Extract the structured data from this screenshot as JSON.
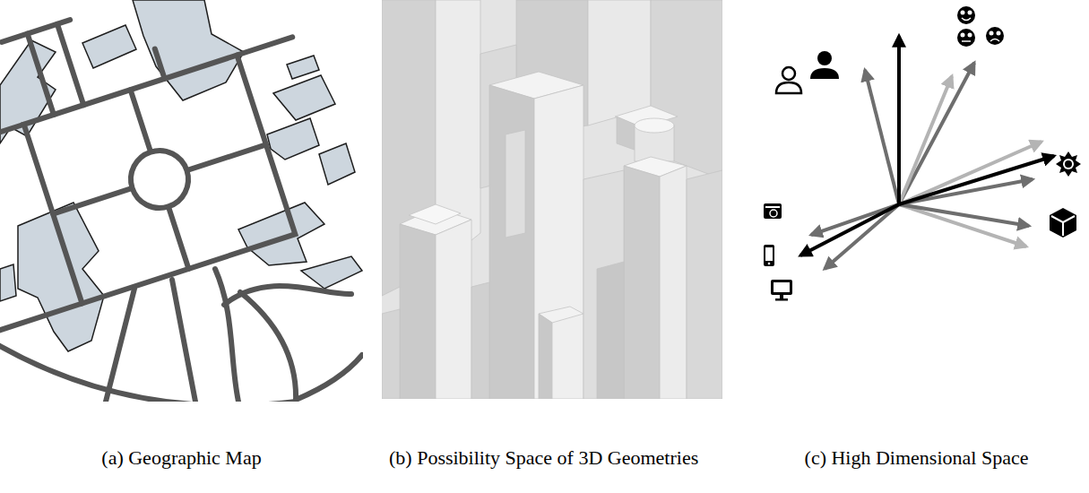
{
  "diagram": {
    "labels": [
      "(a) Geographic Map",
      "(b) Possibility Space of 3D Geometries",
      "(c) High Dimensional Space"
    ]
  }
}
